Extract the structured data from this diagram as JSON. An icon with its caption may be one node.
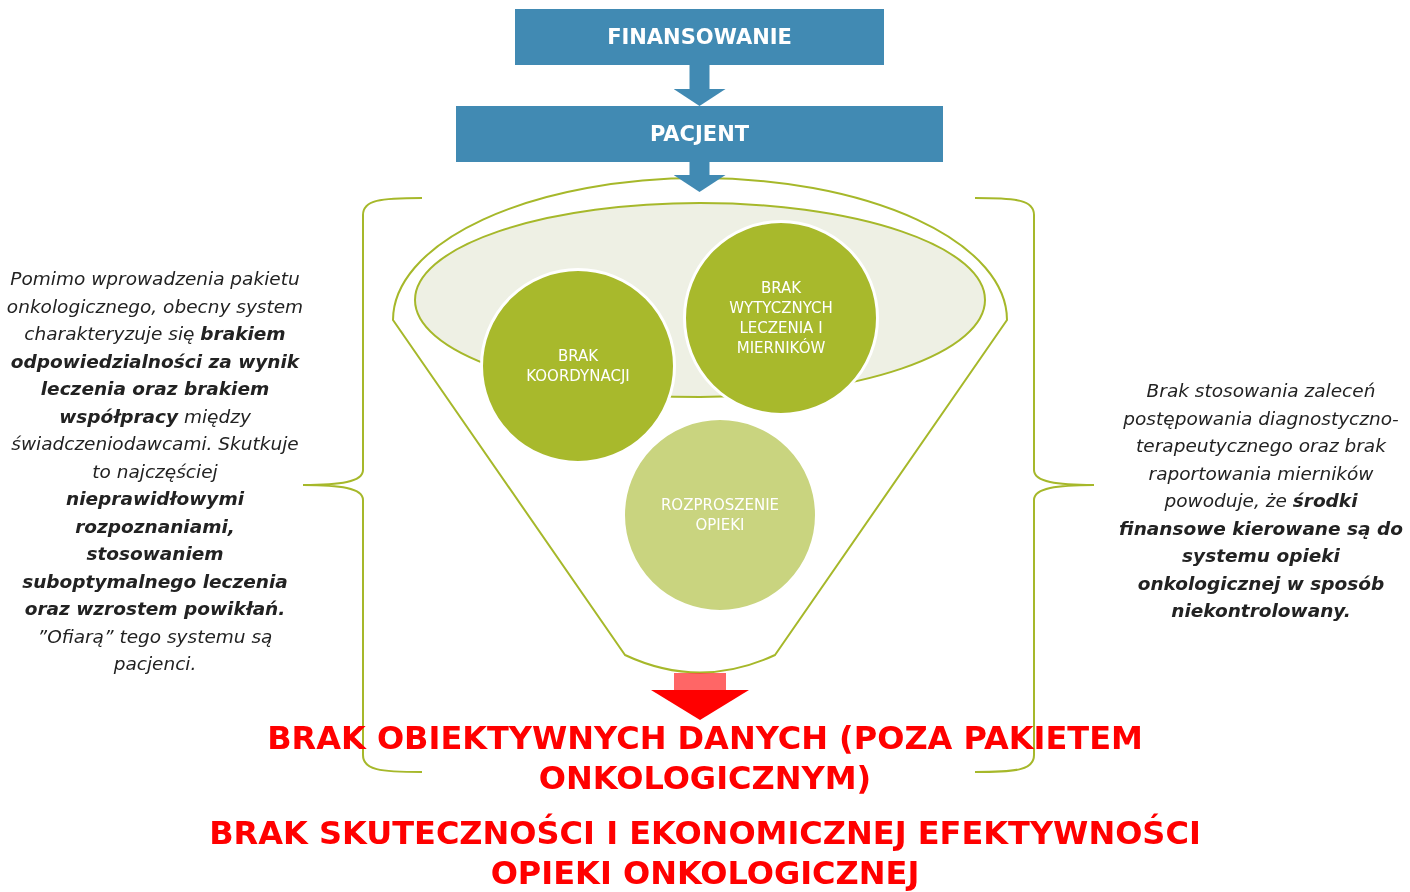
{
  "diagram": {
    "nodes": [
      {
        "text": [
          "FINANSOWANIE"
        ]
      },
      {
        "text": [
          "PACJENT"
        ]
      },
      {
        "text": [],
        "shape": "funnel"
      },
      {
        "text": [
          "BRAK KOORDYNACJI"
        ],
        "in": 2
      },
      {
        "text": [
          "BRAK WYTYCZNYCH LECZENIA I MIERNIKÓW"
        ],
        "in": 2
      },
      {
        "text": [
          "ROZPROSZENIE OPIEKI"
        ],
        "in": 2
      },
      {
        "text": [
          "BRAK OBIEKTYWNYCH DANYCH (POZA PAKIETEM ONKOLOGICZNYM)"
        ]
      }
    ],
    "edges": [
      {
        "from": 0,
        "to": 1,
        "arrow": "to"
      },
      {
        "from": 1,
        "to": 2,
        "arrow": "to"
      },
      {
        "from": 2,
        "to": 6,
        "arrow": "to",
        "style": "thick",
        "color": "#ff0000"
      }
    ],
    "labels": [
      "Pomimo wprowadzenia pakietu onkologicznego, obecny system charakteryzuje się **brakiem odpowiedzialności za wynik leczenia oraz brakiem współpracy** między świadczeniodawcami. Skutkuje to najczęściej **nieprawidłowymi rozpoznaniami, stosowaniem suboptymalnego leczenia oraz wzrostem powikłań.** ”Ofiarą” tego systemu są pacjenci.",
      "Brak stosowania zaleceń postępowania diagnostyczno-terapeutycznego oraz brak raportowania mierników powoduje, że **środki finansowe kierowane są do systemu opieki onkologicznej w sposób niekontrolowany.**",
      "BRAK SKUTECZNOŚCI I EKONOMICZNEJ EFEKTYWNOŚCI OPIEKI ONKOLOGICZNEJ"
    ]
  }
}
